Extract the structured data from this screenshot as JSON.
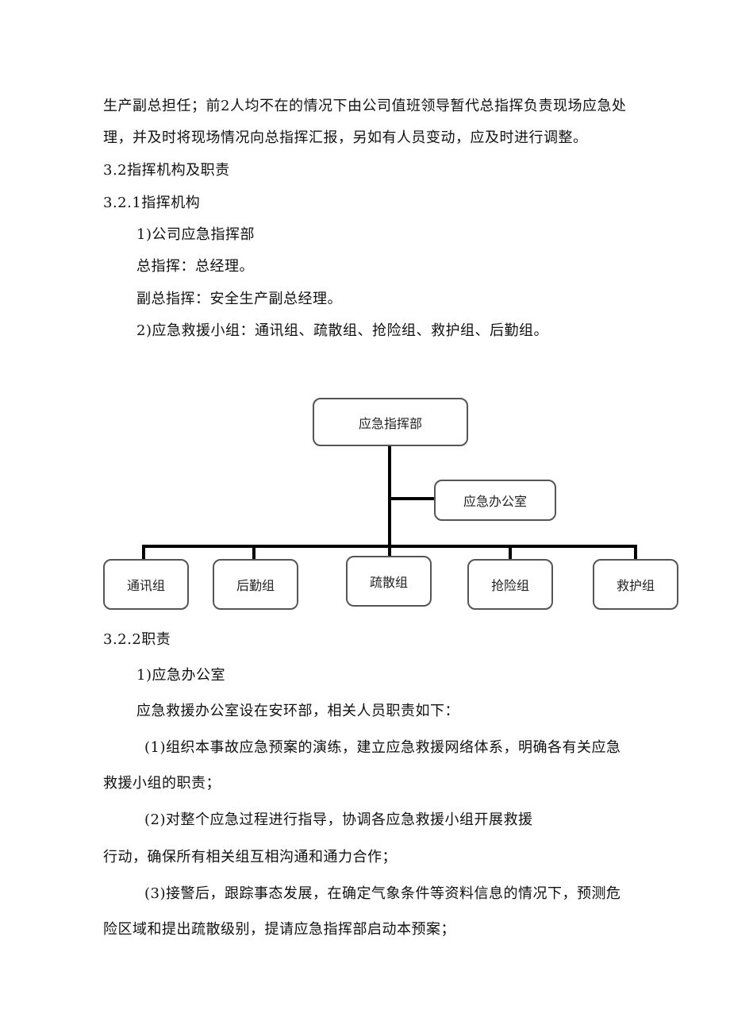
{
  "document": {
    "lines": [
      "生产副总担任；前2人均不在的情况下由公司值班领导暂代总指挥负责现场应急处",
      "理，并及时将现场情况向总指挥汇报，另如有人员变动，应及时进行调整。",
      "3.2指挥机构及职责",
      "3.2.1指挥机构",
      "1)公司应急指挥部",
      "总指挥：总经理。",
      "副总指挥：安全生产副总经理。",
      "2)应急救援小组：通讯组、疏散组、抢险组、救护组、后勤组。",
      "3.2.2职责",
      "1)应急办公室",
      "应急救援办公室设在安环部，相关人员职责如下：",
      "(1)组织本事故应急预案的演练，建立应急救援网络体系，明确各有关应急",
      "救援小组的职责；",
      "(2)对整个应急过程进行指导，协调各应急救援小组开展救援",
      "行动，确保所有相关组互相沟通和通力合作；",
      "(3)接警后，跟踪事态发展，在确定气象条件等资料信息的情况下，预测危",
      "险区域和提出疏散级别，提请应急指挥部启动本预案；"
    ]
  },
  "org_chart": {
    "root": "应急指挥部",
    "office": "应急办公室",
    "groups": [
      "通讯组",
      "后勤组",
      "疏散组",
      "抢险组",
      "救护组"
    ]
  },
  "colors": {
    "text": "#111111",
    "box_border": "#555555",
    "connector": "#000000"
  }
}
